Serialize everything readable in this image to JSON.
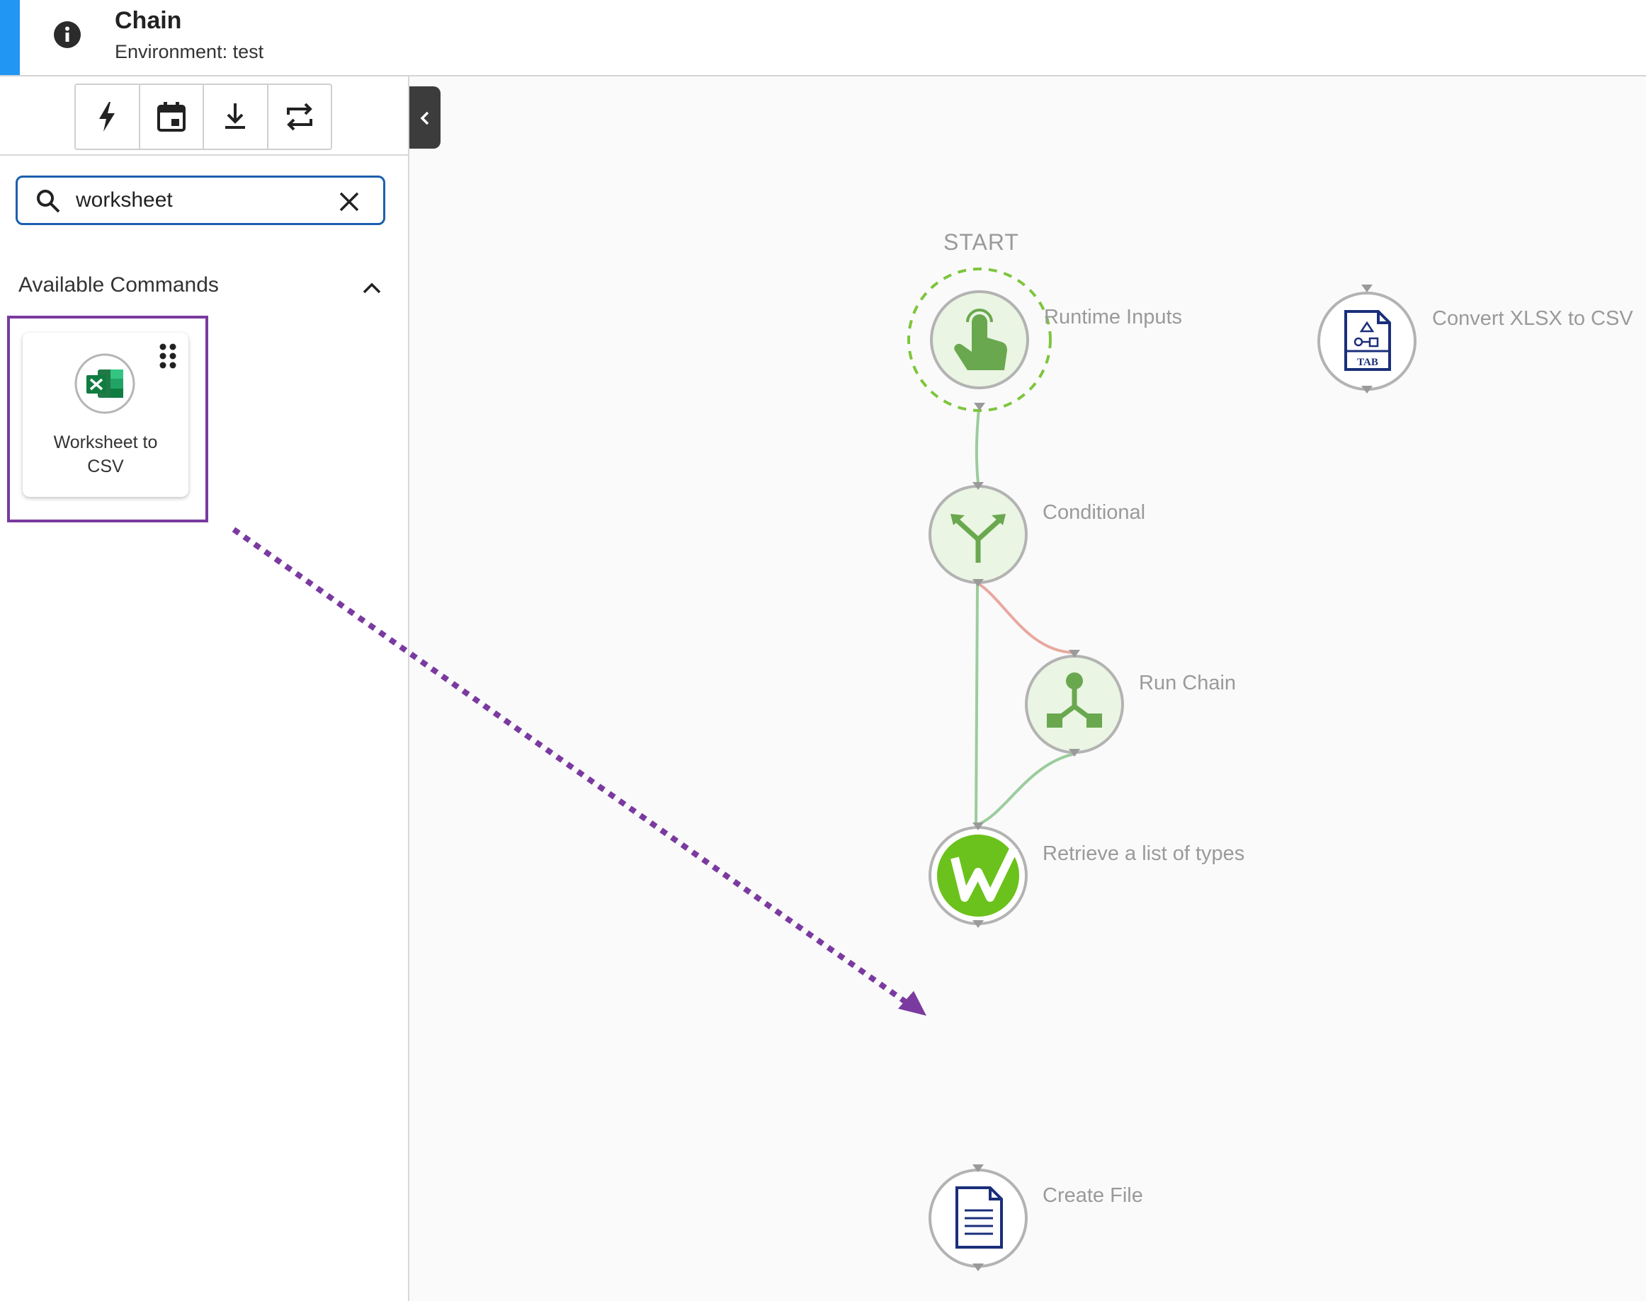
{
  "header": {
    "title": "Chain",
    "environment": "Environment: test"
  },
  "toolbar": {
    "buttons": [
      "lightning-icon",
      "calendar-icon",
      "download-icon",
      "repeat-icon"
    ]
  },
  "search": {
    "value": "worksheet",
    "placeholder": ""
  },
  "commands": {
    "section_title": "Available Commands",
    "items": [
      {
        "label_line1": "Worksheet to",
        "label_line2": "CSV",
        "icon": "excel-icon"
      }
    ]
  },
  "flow": {
    "start_label": "START",
    "nodes": [
      {
        "id": "runtime-inputs",
        "label": "Runtime Inputs",
        "icon": "hand-pointer-icon"
      },
      {
        "id": "conditional",
        "label": "Conditional",
        "icon": "split-arrows-icon"
      },
      {
        "id": "run-chain",
        "label": "Run Chain",
        "icon": "chain-branch-icon"
      },
      {
        "id": "retrieve-types",
        "label": "Retrieve a list of types",
        "icon": "workiva-w-icon"
      },
      {
        "id": "create-file",
        "label": "Create File",
        "icon": "document-icon"
      },
      {
        "id": "convert-xlsx",
        "label": "Convert XLSX to CSV",
        "icon": "tab-file-icon",
        "badge": "TAB"
      }
    ]
  },
  "colors": {
    "accent": "#2196f3",
    "search_border": "#1b5fae",
    "highlight": "#7a3aa0",
    "node_green": "#6aa84f",
    "node_fill": "#eaf5e3",
    "edge_green": "#9ccc9c",
    "edge_red": "#e8a8a0"
  }
}
